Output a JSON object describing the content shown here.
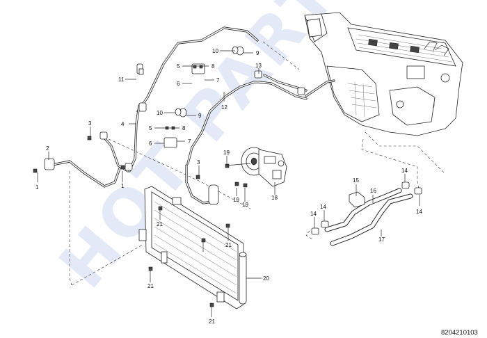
{
  "diagram_code": "8204210103",
  "watermark": "HOT PARTS",
  "callouts": {
    "c1a": "1",
    "c1b": "1",
    "c2": "2",
    "c3a": "3",
    "c3b": "3",
    "c4": "4",
    "c5a": "5",
    "c5b": "5",
    "c6a": "6",
    "c6b": "6",
    "c7a": "7",
    "c7b": "7",
    "c8a": "8",
    "c8b": "8",
    "c9a": "9",
    "c9b": "9",
    "c10a": "10",
    "c10b": "10",
    "c11": "11",
    "c12": "12",
    "c13": "13",
    "c14a": "14",
    "c14b": "14",
    "c14c": "14",
    "c14d": "14",
    "c15": "15",
    "c16": "16",
    "c17": "17",
    "c18": "18",
    "c19a": "19",
    "c19b": "19",
    "c19c": "19",
    "c20": "20",
    "c21a": "21",
    "c21b": "21",
    "c21c": "21",
    "c21d": "21"
  }
}
